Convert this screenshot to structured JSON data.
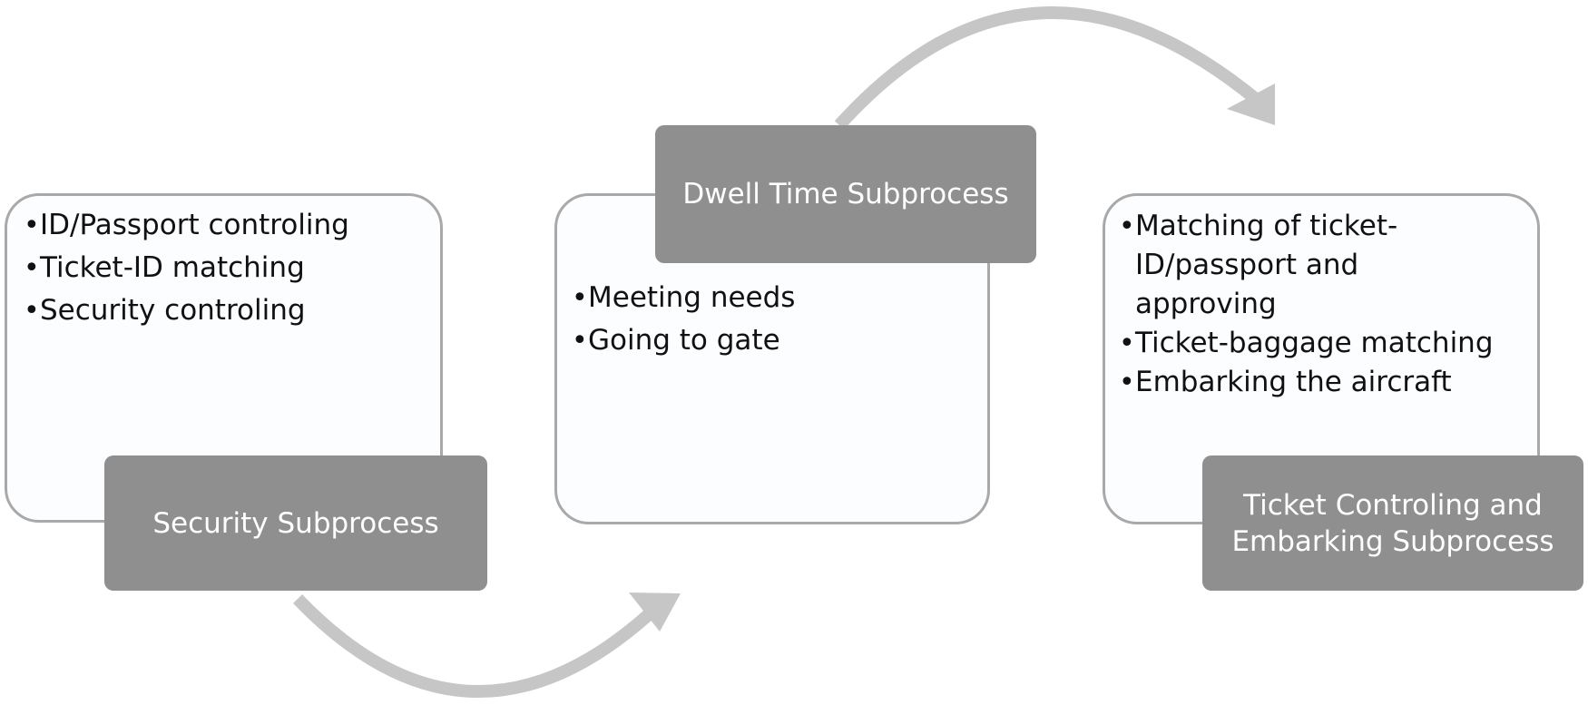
{
  "steps": [
    {
      "title": "Security Subprocess",
      "items": [
        "ID/Passport controling",
        "Ticket-ID matching",
        "Security controling"
      ]
    },
    {
      "title": "Dwell Time Subprocess",
      "items": [
        "Meeting needs",
        "Going to gate"
      ]
    },
    {
      "title": "Ticket Controling and Embarking Subprocess",
      "items": [
        "Matching of ticket-ID/passport and approving",
        "Ticket-baggage matching",
        "Embarking the aircraft"
      ]
    }
  ]
}
